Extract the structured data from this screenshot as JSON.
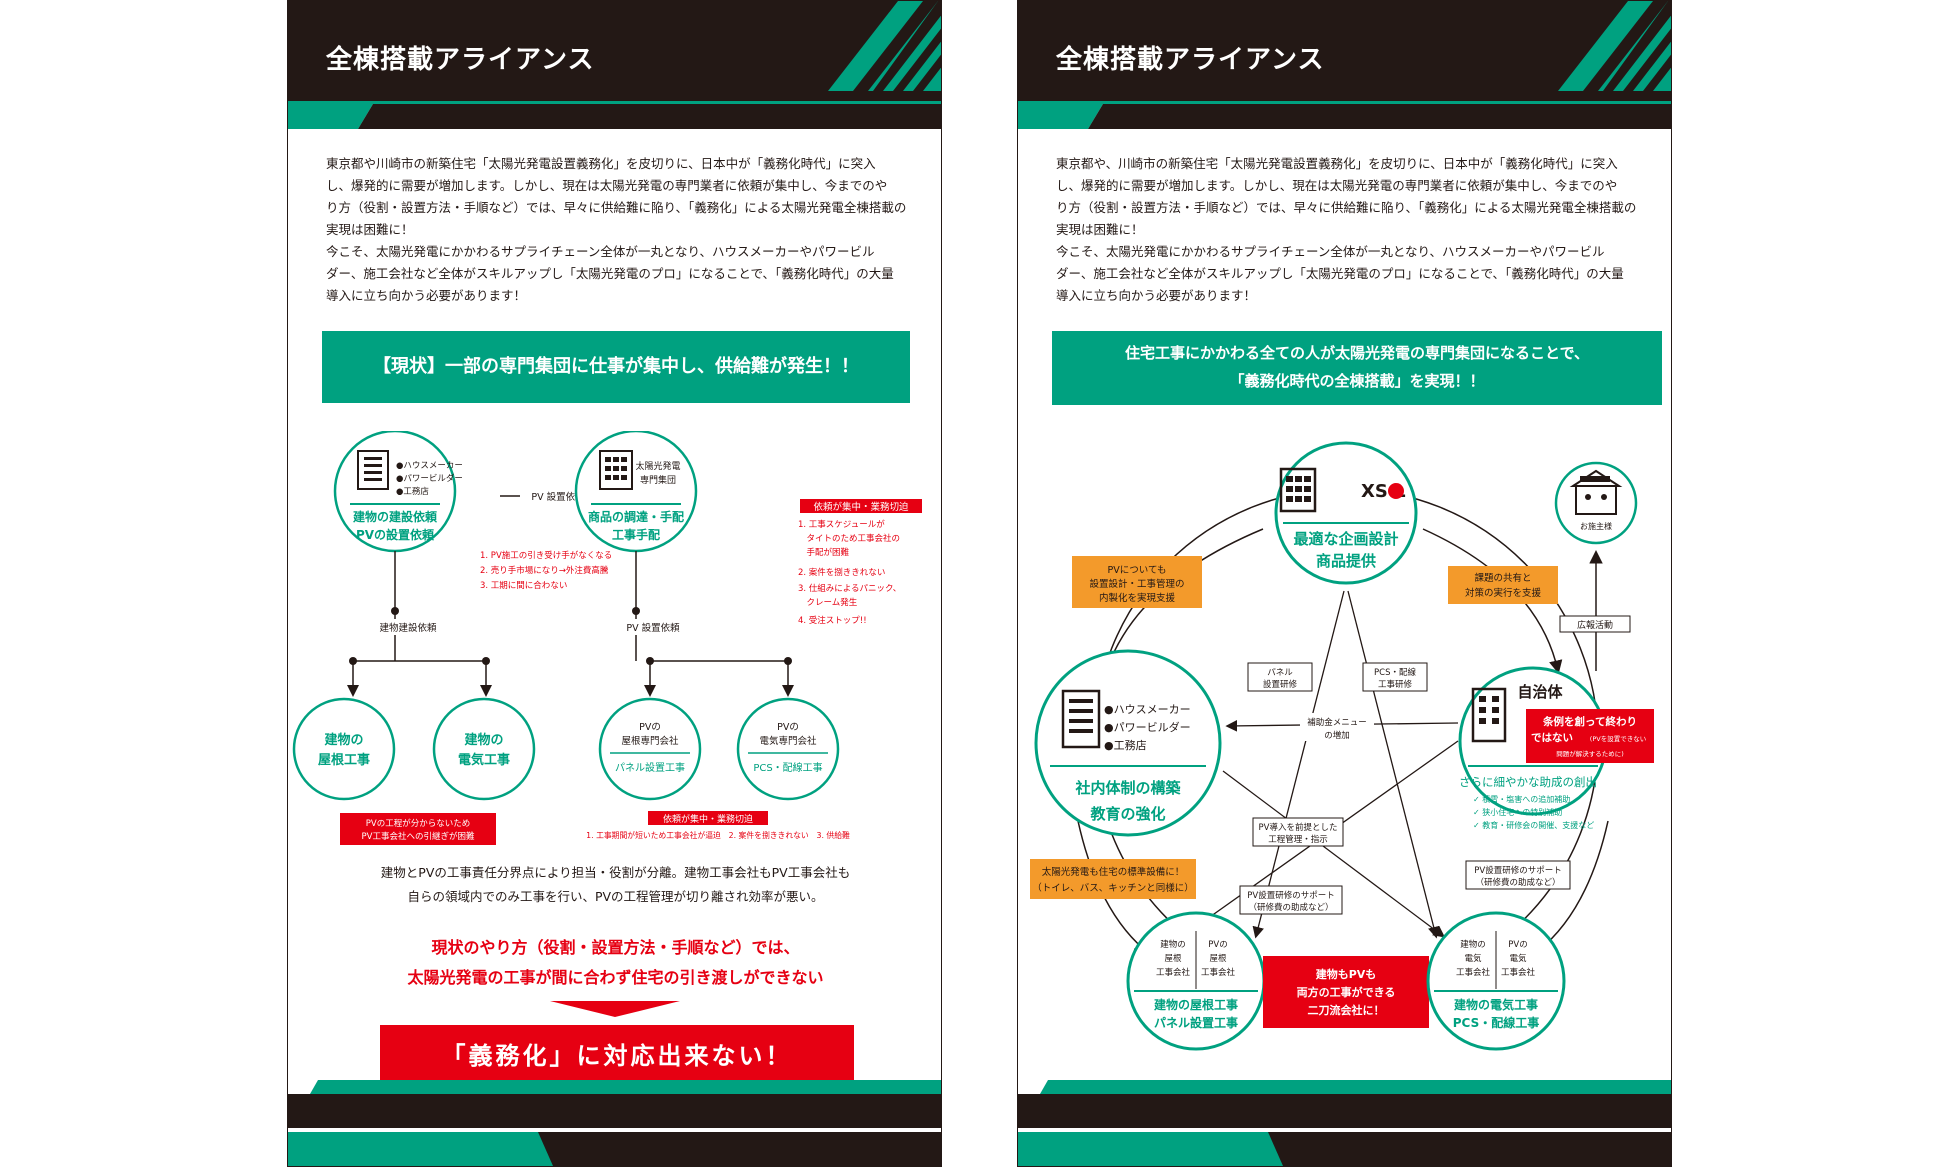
{
  "left": {
    "title": "全棟搭載アライアンス",
    "intro": [
      "東京都や川崎市の新築住宅「太陽光発電設置義務化」を皮切りに、日本中が「義務化時代」に突入",
      "し、爆発的に需要が増加します。しかし、現在は太陽光発電の専門業者に依頼が集中し、今までのや",
      "り方（役割・設置方法・手順など）では、早々に供給難に陥り、「義務化」による太陽光発電全棟搭載の",
      "実現は困難に！",
      "今こそ、太陽光発電にかかわるサプライチェーン全体が一丸となり、ハウスメーカーやパワービル",
      "ダー、施工会社など全体がスキルアップし「太陽光発電のプロ」になることで、「義務化時代」の大量",
      "導入に立ち向かう必要があります！"
    ],
    "banner": "【現状】一部の専門集団に仕事が集中し、供給難が発生！！",
    "client_list": [
      "●ハウスメーカー",
      "●パワービルダー",
      "●工務店"
    ],
    "client_circle": [
      "建物の建設依頼",
      "PVの設置依頼"
    ],
    "pv_request": "PV 設置依頼",
    "specialist_title": [
      "太陽光発電",
      "専門集団"
    ],
    "specialist_circle": [
      "商品の調達・手配",
      "工事手配"
    ],
    "client_problems": [
      "1. PV施工の引き受け手がなくなる",
      "2. 売り手市場になり→外注費高騰",
      "3. 工期に間に合わない"
    ],
    "concentration_label": "依頼が集中・業務切迫",
    "specialist_problems": [
      "1. 工事スケジュールが",
      "　タイトのため工事会社の",
      "　手配が困難",
      "2. 案件を捌ききれない",
      "3. 仕組みによるパニック、",
      "　クレーム発生",
      "4. 受注ストップ!!"
    ],
    "build_request": "建物建設依頼",
    "pv_request2": "PV 設置依頼",
    "roof_work": [
      "建物の",
      "屋根工事"
    ],
    "elec_work": [
      "建物の",
      "電気工事"
    ],
    "pv_roof": [
      "PVの",
      "屋根専門会社",
      "パネル設置工事"
    ],
    "pv_elec": [
      "PVの",
      "電気専門会社",
      "PCS・配線工事"
    ],
    "note_red_left": [
      "PVの工程が分からないため",
      "PV工事会社への引継ぎが困難"
    ],
    "note_red_right_title": "依頼が集中・業務切迫",
    "note_red_right": "1. 工事期間が短いため工事会社が逼迫　2. 案件を捌ききれない　3. 供給難",
    "summary": [
      "建物とPVの工事責任分界点により担当・役割が分離。建物工事会社もPV工事会社も",
      "自らの領域内でのみ工事を行い、PVの工程管理が切り離され効率が悪い。"
    ],
    "conclusion": [
      "現状のやり方（役割・設置方法・手順など）では、",
      "太陽光発電の工事が間に合わず住宅の引き渡しができない"
    ],
    "cta": "「義務化」に対応出来ない！"
  },
  "right": {
    "title": "全棟搭載アライアンス",
    "intro": [
      "東京都や、川崎市の新築住宅「太陽光発電設置義務化」を皮切りに、日本中が「義務化時代」に突入",
      "し、爆発的に需要が増加します。しかし、現在は太陽光発電の専門業者に依頼が集中し、今までのや",
      "り方（役割・設置方法・手順など）では、早々に供給難に陥り、「義務化」による太陽光発電全棟搭載の",
      "実現は困難に！",
      "今こそ、太陽光発電にかかわるサプライチェーン全体が一丸となり、ハウスメーカーやパワービル",
      "ダー、施工会社など全体がスキルアップし「太陽光発電のプロ」になることで、「義務化時代」の大量",
      "導入に立ち向かう必要があります！"
    ],
    "banner": [
      "住宅工事にかかわる全ての人が太陽光発電の専門集団になることで、",
      "「義務化時代の全棟搭載」を実現！！"
    ],
    "xsol_logo": "XS  L",
    "xsol_circle": [
      "最適な企画設計",
      "商品提供"
    ],
    "orange_left": [
      "PVについても",
      "設置設計・工事管理の",
      "内製化を実現支援"
    ],
    "orange_right": [
      "課題の共有と",
      "対策の実行を支援"
    ],
    "house_caption": "お施主様",
    "pr_label": "広報活動",
    "panel_training": [
      "パネル",
      "設置研修"
    ],
    "pcs_training": [
      "PCS・配線",
      "工事研修"
    ],
    "municipality": "自治体",
    "red_ordinance": [
      "条例を創って終わり",
      "ではない",
      "(PVを設置できない",
      "問題が解決するために)"
    ],
    "subsidy_title": "さらに細やかな助成の創出",
    "subsidy_list": [
      "✓ 積雪・塩害への追加補助",
      "✓ 狭小住宅への特別補助",
      "✓ 教育・研修会の開催、支援など"
    ],
    "subsidy_menu": [
      "補助金メニュー",
      "の増加"
    ],
    "builder_list": [
      "●ハウスメーカー",
      "●パワービルダー",
      "●工務店"
    ],
    "builder_circle": [
      "社内体制の構築",
      "教育の強化"
    ],
    "pv_process": [
      "PV導入を前提とした",
      "工程管理・指示"
    ],
    "pv_training_support": [
      "PV設置研修のサポート",
      "（研修費の助成など）"
    ],
    "pv_training_support2": [
      "PV設置研修のサポート",
      "（研修費の助成など）"
    ],
    "orange_bottom": [
      "太陽光発電も住宅の標準設備に！",
      "（トイレ、バス、キッチンと同様に）"
    ],
    "roof_co": [
      "建物の",
      "屋根",
      "工事会社"
    ],
    "roof_pv_co": [
      "PVの",
      "屋根",
      "工事会社"
    ],
    "roof_circle": [
      "建物の屋根工事",
      "パネル設置工事"
    ],
    "red_center": [
      "建物もPVも",
      "両方の工事ができる",
      "二刀流会社に！"
    ],
    "elec_co": [
      "建物の",
      "電気",
      "工事会社"
    ],
    "elec_pv_co": [
      "PVの",
      "電気",
      "工事会社"
    ],
    "elec_circle": [
      "建物の電気工事",
      "PCS・配線工事"
    ]
  },
  "colors": {
    "green": "#00a180",
    "red": "#e60012",
    "orange": "#f39a2b",
    "black": "#231815"
  }
}
